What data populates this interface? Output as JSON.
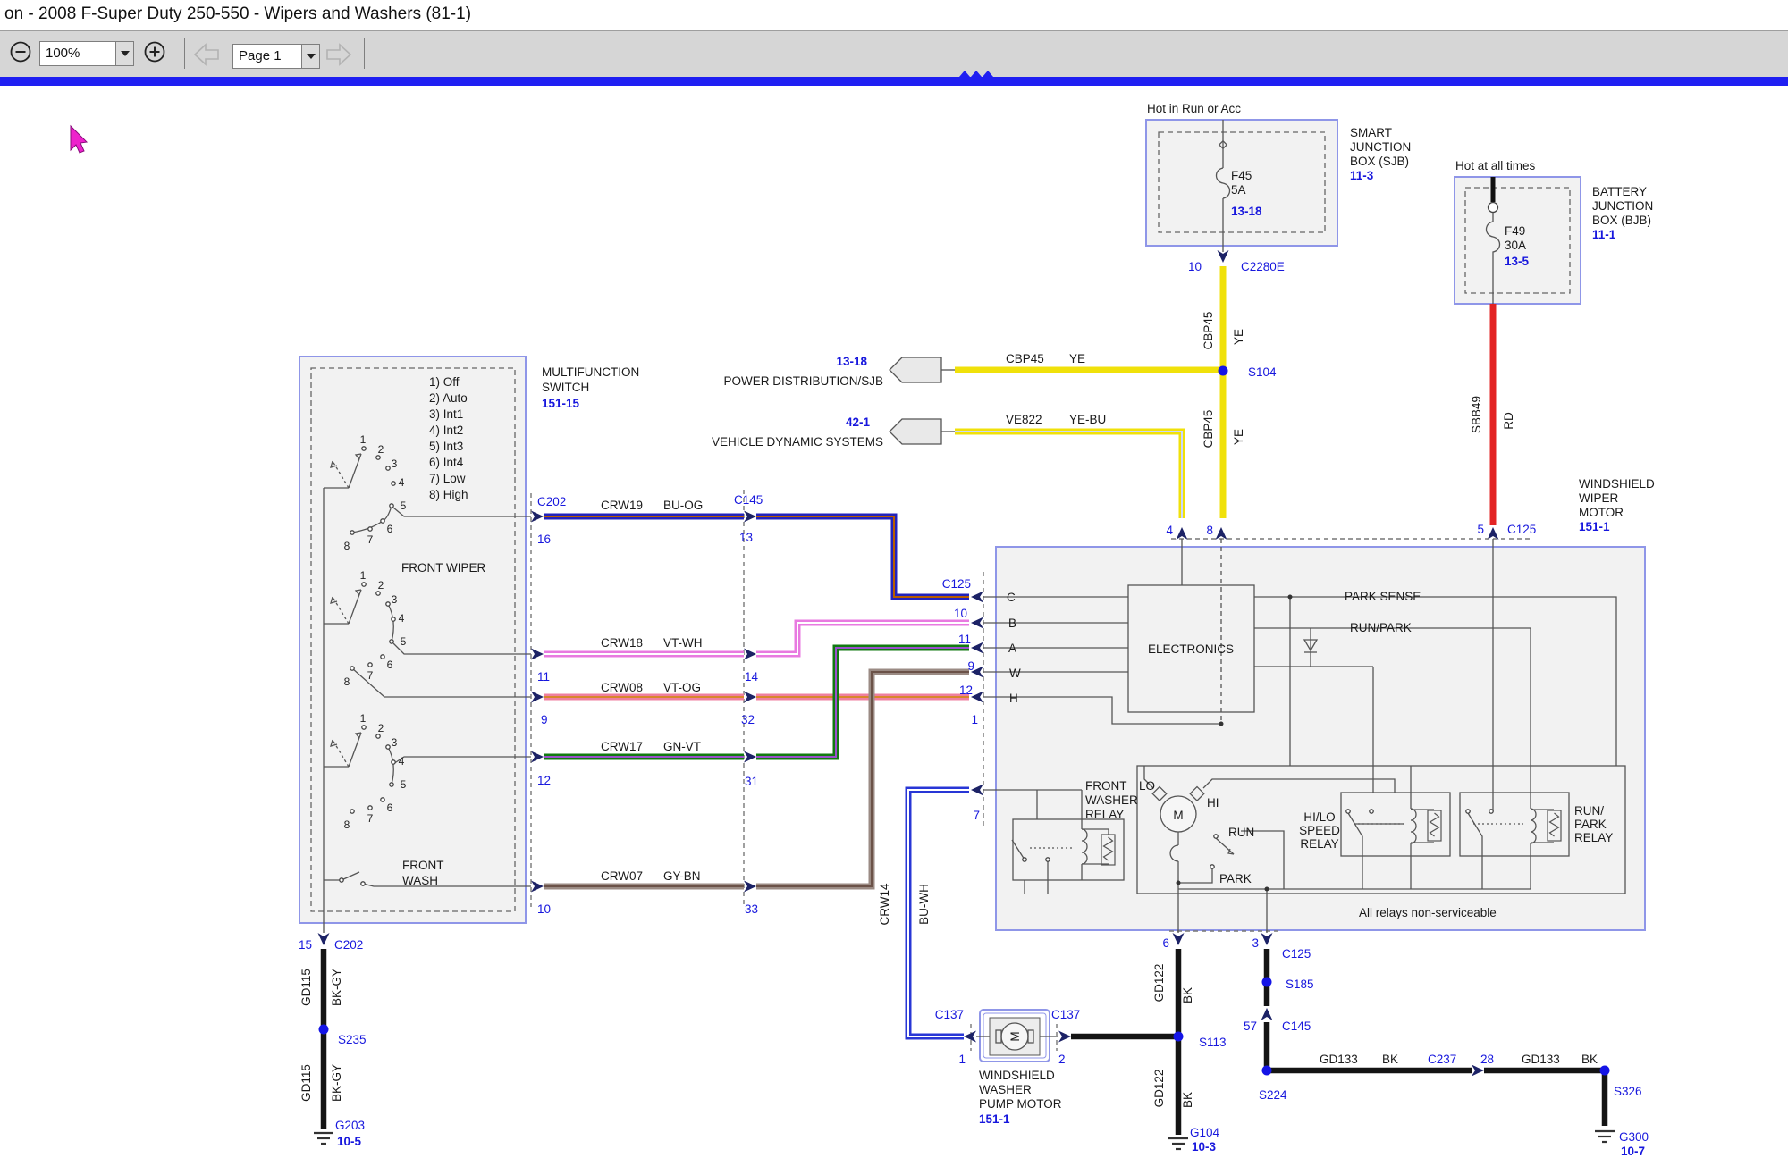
{
  "window": {
    "title": "on - 2008 F-Super Duty 250-550 - Wipers and Washers (81-1)"
  },
  "toolbar": {
    "zoom_value": "100%",
    "page_value": "Page 1"
  },
  "palette": {
    "accent_blue": "#1f1ff2",
    "label_blue": "#1717dd",
    "wire_yellow": "#f0e10a",
    "wire_red": "#e32424",
    "wire_dark_blue": "#2222bb",
    "wire_violet": "#e87ae0",
    "wire_pink": "#ef7f9f",
    "wire_green": "#117a11",
    "wire_gray_brown": "#9b8b84",
    "wire_black": "#141414"
  },
  "sjb": {
    "header": "Hot in Run or Acc",
    "fuse": "F45",
    "rating": "5A",
    "fuse_ref": "13-18",
    "name1": "SMART",
    "name2": "JUNCTION",
    "name3": "BOX (SJB)",
    "page": "11-3",
    "pin": "10",
    "connector": "C2280E"
  },
  "bjb": {
    "header": "Hot at all times",
    "fuse": "F49",
    "rating": "30A",
    "fuse_ref": "13-5",
    "name1": "BATTERY",
    "name2": "JUNCTION",
    "name3": "BOX (BJB)",
    "page": "11-1"
  },
  "feeds": {
    "battery_circuit": "SBB49",
    "battery_color": "RD",
    "battery_pin": "5",
    "battery_connector": "C125",
    "ign_circuit": "CBP45",
    "ign_color": "YE",
    "splice": "S104",
    "pd_page": "13-18",
    "pd_label": "POWER DISTRIBUTION/SJB",
    "pd_circuit": "CBP45",
    "pd_color": "YE",
    "vd_page": "42-1",
    "vd_label": "VEHICLE DYNAMIC SYSTEMS",
    "vd_circuit": "VE822",
    "vd_color": "YE-BU",
    "pin4": "4",
    "pin8": "8"
  },
  "mfs": {
    "name1": "MULTIFUNCTION",
    "name2": "SWITCH",
    "page": "151-15",
    "positions": [
      "1) Off",
      "2) Auto",
      "3) Int1",
      "4) Int2",
      "5) Int3",
      "6) Int4",
      "7) Low",
      "8) High"
    ],
    "front_wiper": "FRONT WIPER",
    "front_wash1": "FRONT",
    "front_wash2": "WASH",
    "digits": [
      "1",
      "2",
      "3",
      "4",
      "5",
      "6",
      "7",
      "8"
    ],
    "bottom_pin": "15",
    "bottom_connector": "C202"
  },
  "rows": [
    {
      "circuit": "CRW19",
      "color": "BU-OG",
      "pin_l": "16",
      "pin_r": "13"
    },
    {
      "circuit": "CRW18",
      "color": "VT-WH",
      "pin_l": "11",
      "pin_r": "14"
    },
    {
      "circuit": "CRW08",
      "color": "VT-OG",
      "pin_l": "9",
      "pin_r": "32"
    },
    {
      "circuit": "CRW17",
      "color": "GN-VT",
      "pin_l": "12",
      "pin_r": "31"
    },
    {
      "circuit": "CRW07",
      "color": "GY-BN",
      "pin_l": "10",
      "pin_r": "33"
    }
  ],
  "conn": {
    "c202": "C202",
    "c145": "C145",
    "c125": "C125"
  },
  "motor": {
    "name1": "WINDSHIELD",
    "name2": "WIPER",
    "name3": "MOTOR",
    "page": "151-1",
    "top_pin5": "5",
    "top_connector": "C125",
    "electronics": "ELECTRONICS",
    "park_sense": "PARK SENSE",
    "run_park": "RUN/PARK",
    "m": "M",
    "lo": "LO",
    "hi": "HI",
    "run": "RUN",
    "park": "PARK",
    "fwr1": "FRONT",
    "fwr2": "WASHER",
    "fwr3": "RELAY",
    "hlr1": "HI/LO",
    "hlr2": "SPEED",
    "hlr3": "RELAY",
    "rpr1": "RUN/",
    "rpr2": "PARK",
    "rpr3": "RELAY",
    "note": "All relays non-serviceable",
    "pin10": "10",
    "pin11": "11",
    "pin9": "9",
    "pin12": "12",
    "pin1": "1",
    "pin7": "7",
    "lc": "C",
    "lb": "B",
    "la": "A",
    "lw": "W",
    "lh": "H",
    "pin6": "6",
    "pin3": "3"
  },
  "washer": {
    "circuit": "CRW14",
    "color": "BU-WH",
    "conn": "C137",
    "pin1": "1",
    "pin2": "2",
    "name1": "WINDSHIELD",
    "name2": "WASHER",
    "name3": "PUMP MOTOR",
    "page": "151-1",
    "m": "M"
  },
  "grounds": {
    "gd115": "GD115",
    "bkgy": "BK-GY",
    "s235": "S235",
    "g203": "G203",
    "g203_page": "10-5",
    "gd122": "GD122",
    "bk": "BK",
    "s113": "S113",
    "g104": "G104",
    "g104_page": "10-3",
    "s185": "S185",
    "pin57": "57",
    "c145": "C145",
    "s224": "S224",
    "gd133": "GD133",
    "c237": "C237",
    "pin28": "28",
    "s326": "S326",
    "g300": "G300",
    "g300_page": "10-7"
  }
}
